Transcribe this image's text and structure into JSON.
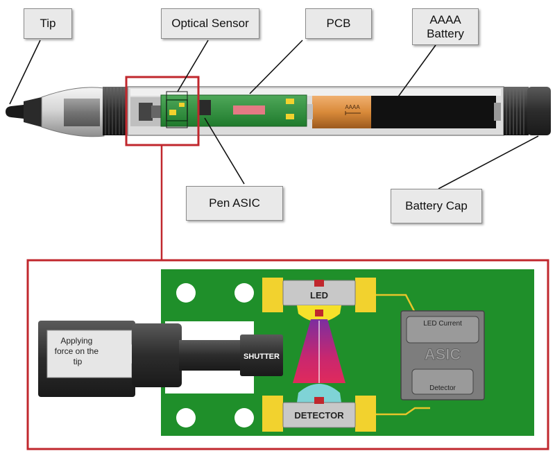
{
  "labels": {
    "tip": "Tip",
    "optical_sensor": "Optical Sensor",
    "pcb": "PCB",
    "battery": "AAAA\nBattery",
    "pen_asic": "Pen ASIC",
    "battery_cap": "Battery Cap"
  },
  "battery_text": "AAAA",
  "detail": {
    "force_label": "Applying\nforce on the\ntip",
    "shutter": "SHUTTER",
    "led": "LED",
    "detector": "DETECTOR",
    "asic": "ASIC",
    "asic_led_current": "LED Current",
    "asic_detector": "Detector"
  },
  "colors": {
    "highlight_red": "#c0272d",
    "pcb_green": "#1f8f2a",
    "pad_yellow": "#f2d22e",
    "wire_yellow": "#e8c52a",
    "beam_magenta": "#d4287a",
    "detector_cyan": "#7fd3d6",
    "battery_orange": "#d98a3a"
  }
}
